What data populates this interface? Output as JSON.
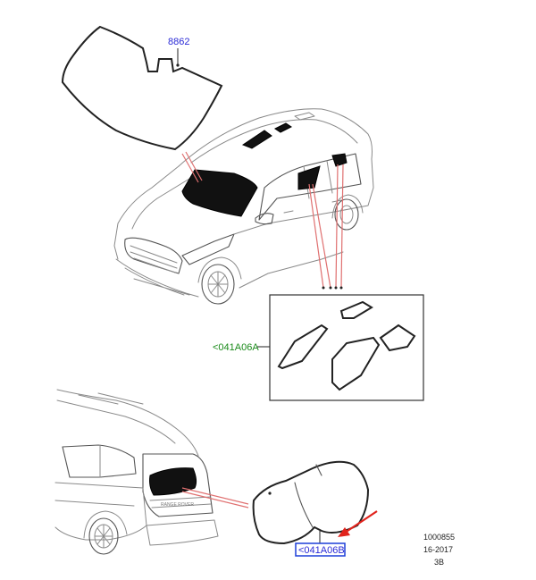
{
  "callouts": {
    "windscreen": {
      "label": "8862",
      "color": "#2b2bd6"
    },
    "side_glass": {
      "label": "<041A06A",
      "color": "#1a8a1a"
    },
    "backlight": {
      "label": "<041A06B",
      "color": "#2b2bd6",
      "highlight": "#1d3fd8"
    }
  },
  "arrow": {
    "color": "#e0231c"
  },
  "footer": {
    "line1": "1000855",
    "line2": "16-2017",
    "line3": "3B"
  }
}
